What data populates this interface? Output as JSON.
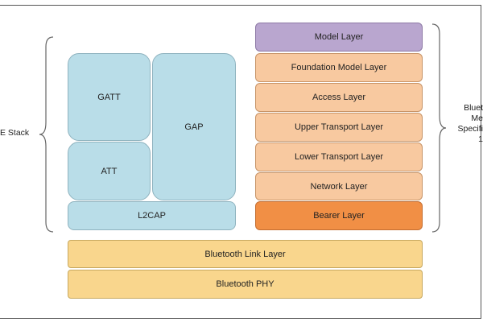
{
  "left_stack_label": "E Stack",
  "right_stack_label_lines": [
    "Bluet",
    "Me",
    "Specifi",
    "1"
  ],
  "left_stack": {
    "gatt": "GATT",
    "att": "ATT",
    "gap": "GAP",
    "l2cap": "L2CAP"
  },
  "mesh_layers": [
    "Model Layer",
    "Foundation Model Layer",
    "Access Layer",
    "Upper Transport Layer",
    "Lower Transport Layer",
    "Network Layer",
    "Bearer Layer"
  ],
  "shared_layers": [
    "Bluetooth Link Layer",
    "Bluetooth PHY"
  ],
  "colors": {
    "left_stack": "#b9dde8",
    "mesh_layer": "#f8c9a0",
    "bearer_layer": "#f18f45",
    "model_layer": "#b9a6cf",
    "shared_layer": "#f9d68d"
  }
}
